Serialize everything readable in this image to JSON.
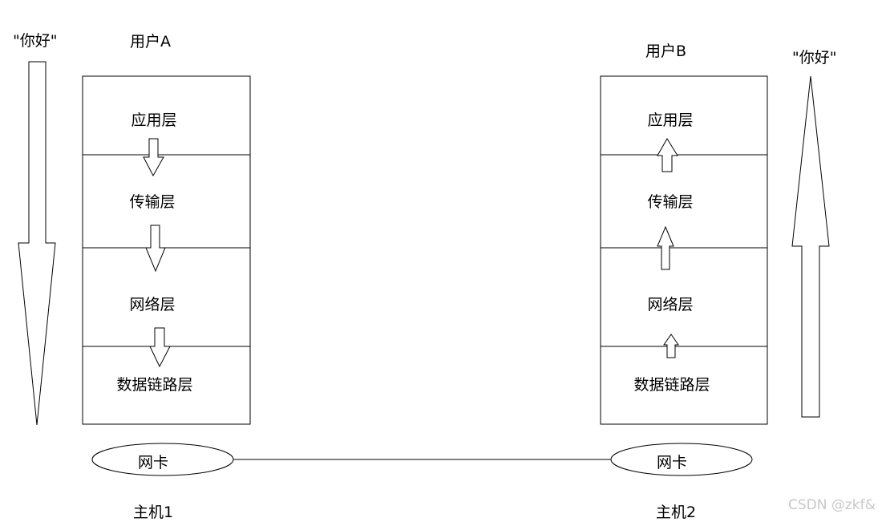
{
  "host_a": {
    "user": "用户A",
    "message": "\"你好\"",
    "host_label": "主机1",
    "nic": "网卡",
    "layers": [
      "应用层",
      "传输层",
      "网络层",
      "数据链路层"
    ]
  },
  "host_b": {
    "user": "用户B",
    "message": "\"你好\"",
    "host_label": "主机2",
    "nic": "网卡",
    "layers": [
      "应用层",
      "传输层",
      "网络层",
      "数据链路层"
    ]
  },
  "watermark": "CSDN @zkf&",
  "colors": {
    "stroke": "#000000",
    "fill": "#ffffff",
    "watermark": "#c8c8c8"
  }
}
